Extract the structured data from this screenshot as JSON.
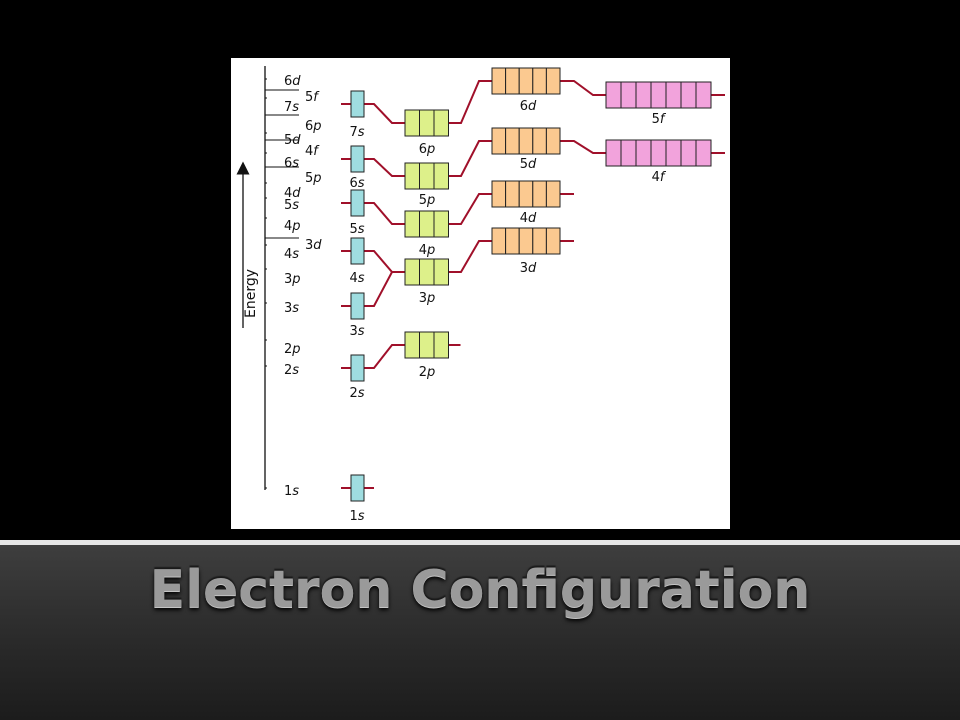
{
  "slide": {
    "title": "Electron Configuration"
  },
  "diagram": {
    "axis_label": "Energy",
    "colors": {
      "s": "#9fdde0",
      "p": "#ddf08a",
      "d": "#fbc990",
      "f": "#f2a3dc",
      "connector": "#a0102a",
      "box_border": "#222222"
    },
    "energy_scale": [
      {
        "n": "6",
        "l": "d"
      },
      {
        "n": "5",
        "l": "f"
      },
      {
        "n": "7",
        "l": "s"
      },
      {
        "n": "6",
        "l": "p"
      },
      {
        "n": "5",
        "l": "d"
      },
      {
        "n": "4",
        "l": "f"
      },
      {
        "n": "6",
        "l": "s"
      },
      {
        "n": "5",
        "l": "p"
      },
      {
        "n": "4",
        "l": "d"
      },
      {
        "n": "5",
        "l": "s"
      },
      {
        "n": "4",
        "l": "p"
      },
      {
        "n": "3",
        "l": "d"
      },
      {
        "n": "4",
        "l": "s"
      },
      {
        "n": "3",
        "l": "p"
      },
      {
        "n": "3",
        "l": "s"
      },
      {
        "n": "2",
        "l": "p"
      },
      {
        "n": "2",
        "l": "s"
      },
      {
        "n": "1",
        "l": "s"
      }
    ],
    "s_sublevels": [
      {
        "n": "7",
        "l": "s"
      },
      {
        "n": "6",
        "l": "s"
      },
      {
        "n": "5",
        "l": "s"
      },
      {
        "n": "4",
        "l": "s"
      },
      {
        "n": "3",
        "l": "s"
      },
      {
        "n": "2",
        "l": "s"
      },
      {
        "n": "1",
        "l": "s"
      }
    ],
    "p_sublevels": [
      {
        "n": "6",
        "l": "p"
      },
      {
        "n": "5",
        "l": "p"
      },
      {
        "n": "4",
        "l": "p"
      },
      {
        "n": "3",
        "l": "p"
      },
      {
        "n": "2",
        "l": "p"
      }
    ],
    "d_sublevels": [
      {
        "n": "6",
        "l": "d"
      },
      {
        "n": "5",
        "l": "d"
      },
      {
        "n": "4",
        "l": "d"
      },
      {
        "n": "3",
        "l": "d"
      }
    ],
    "f_sublevels": [
      {
        "n": "5",
        "l": "f"
      },
      {
        "n": "4",
        "l": "f"
      }
    ]
  }
}
